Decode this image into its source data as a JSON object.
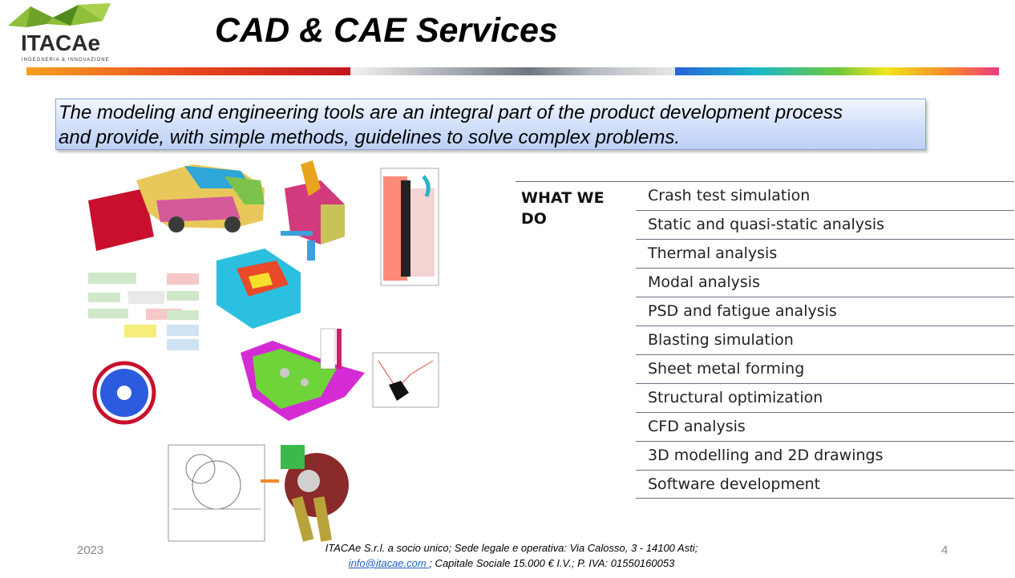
{
  "logo": {
    "name": "ITACAe",
    "tagline": "INGEGNERIA & INNOVAZIONE"
  },
  "title": "CAD & CAE Services",
  "intro_line1": "The modeling and engineering tools are an integral part of the product development process",
  "intro_line2": "and provide, with simple methods, guidelines to solve complex problems.",
  "what_we_do": {
    "line1": "WHAT WE",
    "line2": "DO"
  },
  "services": [
    "Crash test simulation",
    "Static and quasi-static analysis",
    "Thermal analysis",
    "Modal analysis",
    "PSD and fatigue analysis",
    "Blasting simulation",
    "Sheet metal forming",
    "Structural optimization",
    "CFD analysis",
    "3D modelling and 2D drawings",
    "Software development"
  ],
  "footer": {
    "year": "2023",
    "page": "4",
    "line1": "ITACAe S.r.l. a socio unico; Sede legale e operativa: Via Calosso, 3 - 14100  Asti;",
    "email": "info@itacae.com ",
    "line2_rest": "; Capitale Sociale 15.000 € I.V.; P. IVA: 01550160053"
  },
  "colors": {
    "title": "#000000",
    "service_text": "#222222",
    "rule": "#6b7280",
    "link": "#1f5fbf",
    "intro_bg": "#d4e1fb"
  }
}
